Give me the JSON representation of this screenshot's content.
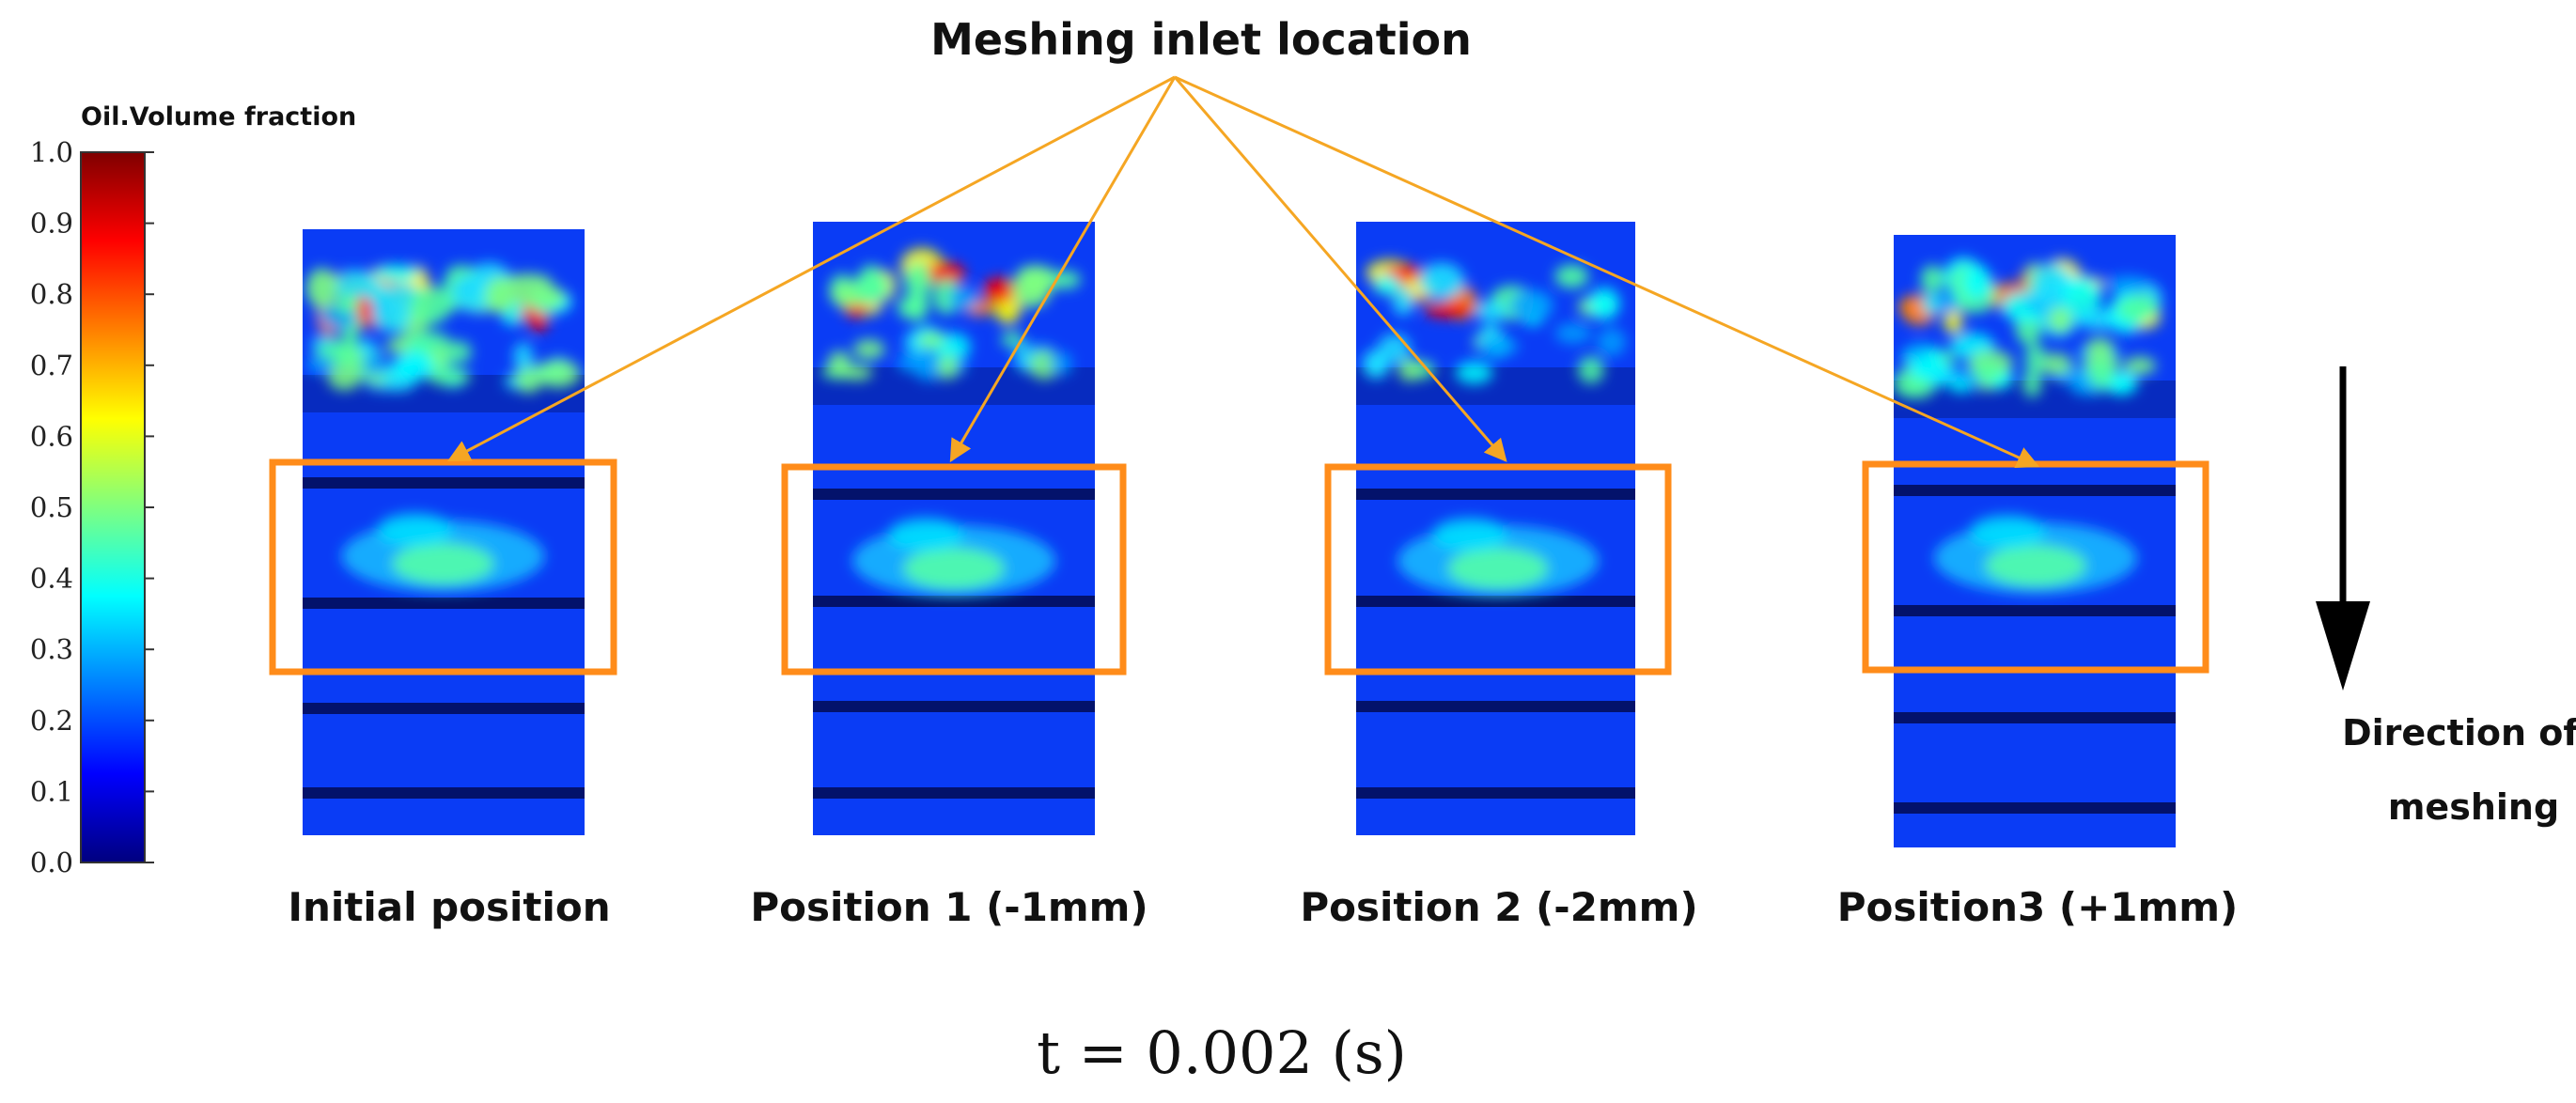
{
  "title": "Meshing inlet location",
  "colorbar": {
    "label": "Oil.Volume fraction",
    "ticks": [
      "1.0",
      "0.9",
      "0.8",
      "0.7",
      "0.6",
      "0.5",
      "0.4",
      "0.3",
      "0.2",
      "0.1",
      "0.0"
    ],
    "colors": [
      "#00007f",
      "#0000ff",
      "#007fff",
      "#00ffff",
      "#7fff7f",
      "#ffff00",
      "#ff7f00",
      "#ff0000",
      "#7f0000"
    ]
  },
  "panels": [
    {
      "label": "Initial position"
    },
    {
      "label": "Position 1 (-1mm)"
    },
    {
      "label": "Position 2 (-2mm)"
    },
    {
      "label": "Position3 (+1mm)"
    }
  ],
  "direction": {
    "line1": "Direction of",
    "line2": "meshing"
  },
  "time_label": "t = 0.002 (s)",
  "colors": {
    "highlight_box": "#ff8c1a",
    "pointer_line": "#f5a623",
    "field_bg": "#0a3cf5"
  }
}
